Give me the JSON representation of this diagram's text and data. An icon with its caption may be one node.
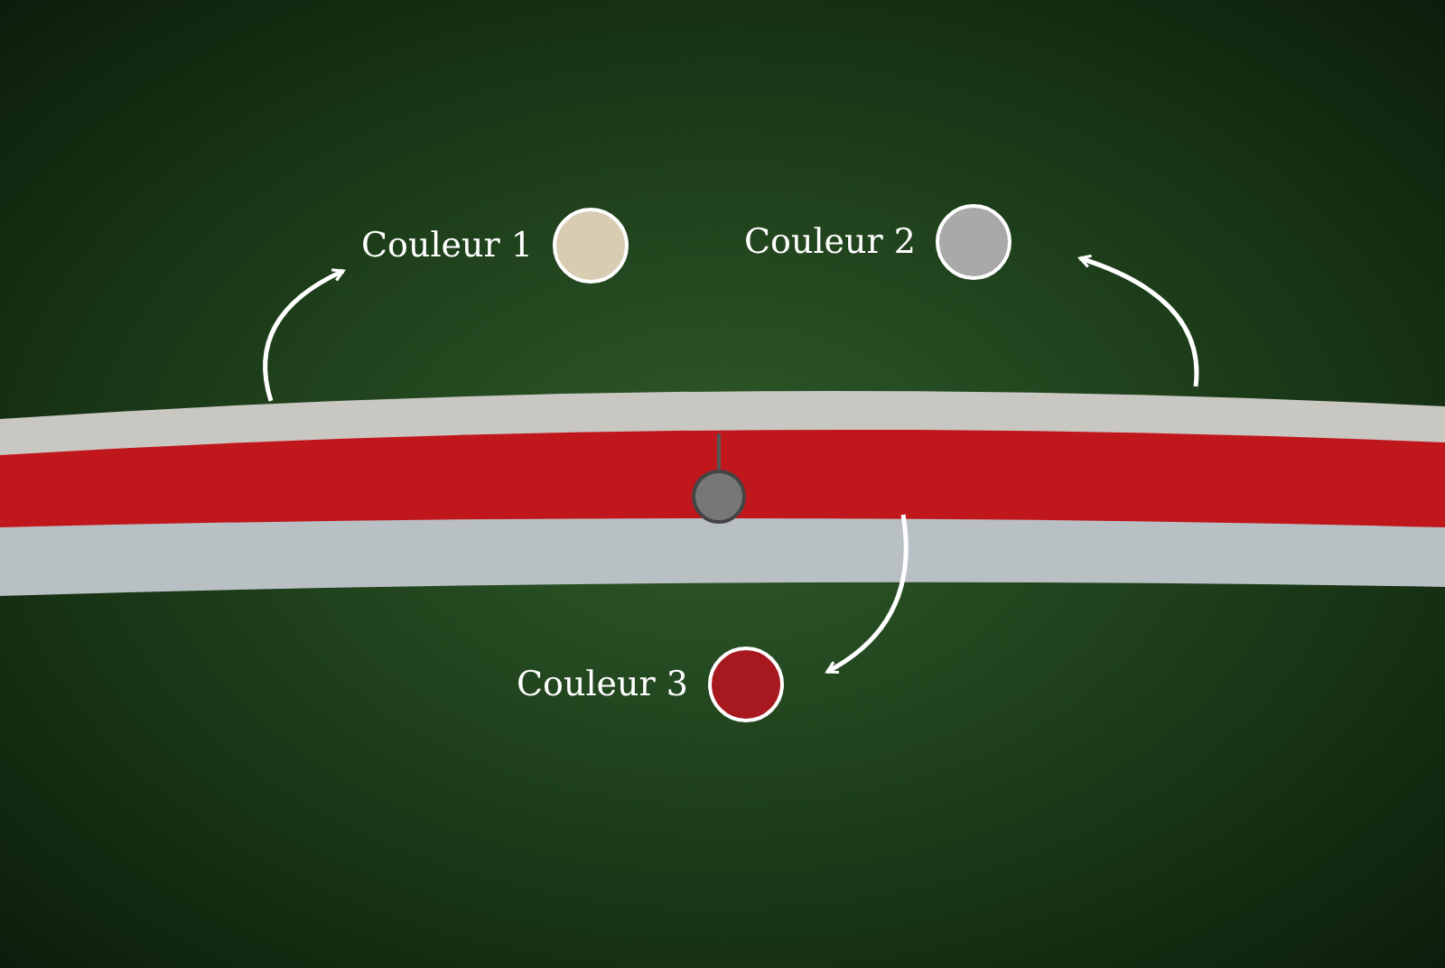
{
  "diagram": {
    "nodes": [
      {
        "text": [
          "Couleur 1"
        ]
      },
      {
        "text": [
          "Couleur 2"
        ]
      },
      {
        "text": [
          "Couleur 3"
        ]
      }
    ],
    "edges": [
      {
        "from": null,
        "to": 0,
        "arrow": "to"
      },
      {
        "from": null,
        "to": 1,
        "arrow": "to"
      },
      {
        "from": null,
        "to": 2,
        "arrow": "to"
      }
    ]
  }
}
